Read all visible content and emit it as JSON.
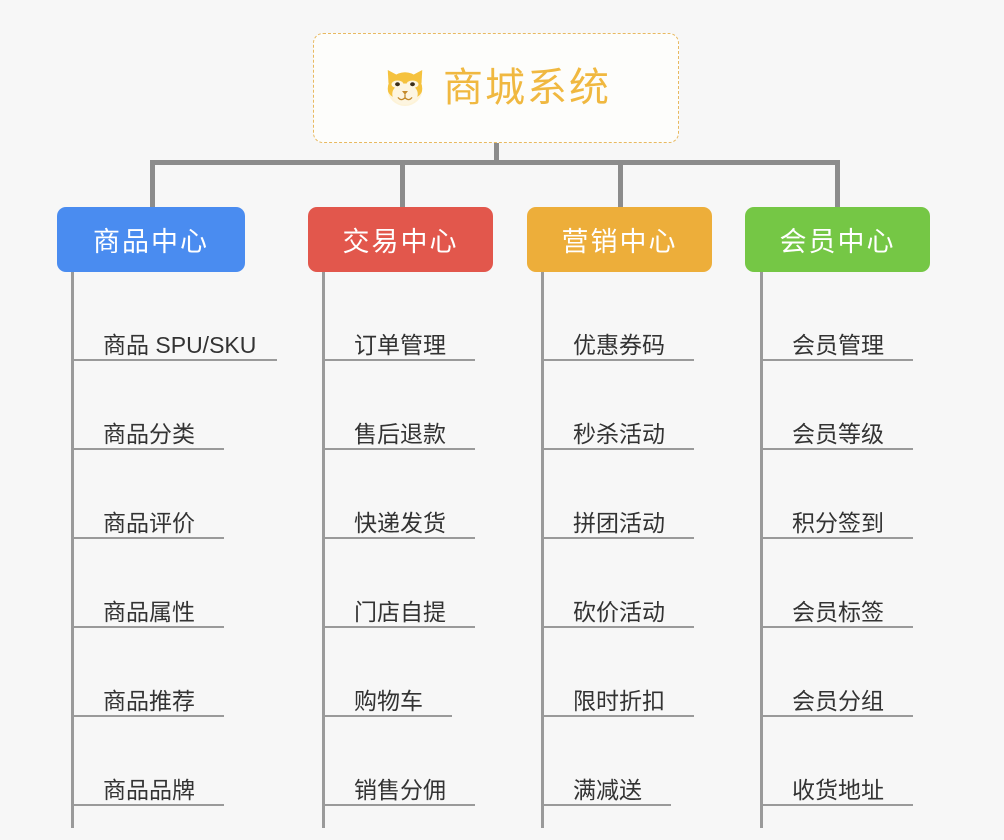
{
  "root": {
    "title": "商城系统",
    "icon": "dog-face-icon",
    "border_color": "#e8b960",
    "text_color": "#f0b840"
  },
  "connector": {
    "color": "#8c8c8c"
  },
  "categories": [
    {
      "label": "商品中心",
      "color": "#4a8cf0",
      "items": [
        "商品 SPU/SKU",
        "商品分类",
        "商品评价",
        "商品属性",
        "商品推荐",
        "商品品牌"
      ]
    },
    {
      "label": "交易中心",
      "color": "#e2574c",
      "items": [
        "订单管理",
        "售后退款",
        "快递发货",
        "门店自提",
        "购物车",
        "销售分佣"
      ]
    },
    {
      "label": "营销中心",
      "color": "#edae3a",
      "items": [
        "优惠券码",
        "秒杀活动",
        "拼团活动",
        "砍价活动",
        "限时折扣",
        "满减送"
      ]
    },
    {
      "label": "会员中心",
      "color": "#75c745",
      "items": [
        "会员管理",
        "会员等级",
        "积分签到",
        "会员标签",
        "会员分组",
        "收货地址"
      ]
    }
  ]
}
